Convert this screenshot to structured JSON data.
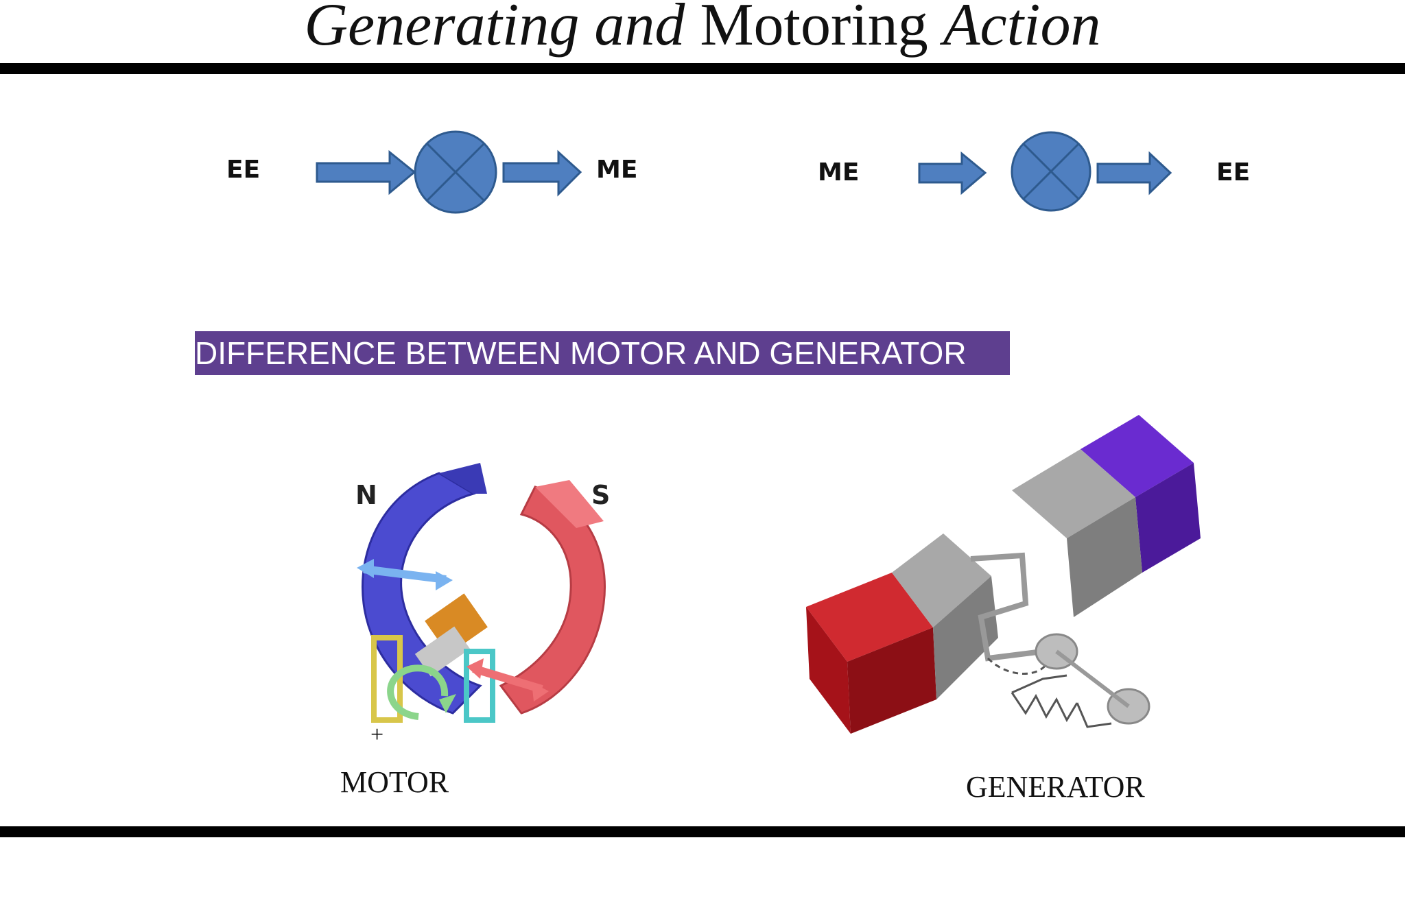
{
  "slide": {
    "title_part1": "Generating",
    "title_part2": "and",
    "title_part3": "Motoring",
    "title_part4": "Action"
  },
  "flows": {
    "motor": {
      "input": "EE",
      "output": "ME"
    },
    "generator": {
      "input": "ME",
      "output": "EE"
    }
  },
  "banner": {
    "text": "DIFFERENCE  BETWEEN MOTOR AND  GENERATOR"
  },
  "motor_figure": {
    "pole_north": "N",
    "pole_south": "S",
    "terminal": "+",
    "caption": "MOTOR"
  },
  "generator_figure": {
    "caption": "GENERATOR"
  },
  "colors": {
    "flow_blue": "#4f7fc0",
    "flow_outline": "#2e5a8e",
    "banner": "#5e3f8f",
    "magnet_north_blue": "#4b4bd0",
    "magnet_south_red": "#e0575f",
    "gen_red": "#b3161d",
    "gen_purple": "#5a1fb0",
    "gen_gray": "#8a8a8a"
  }
}
